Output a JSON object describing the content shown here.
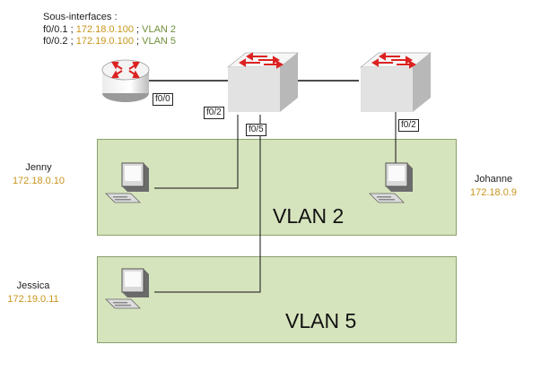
{
  "header": {
    "title": "Sous-interfaces :",
    "line1": {
      "port": "f0/0.1 ;",
      "ip": "172.18.0.100",
      "sep": ";",
      "vlan": "VLAN 2"
    },
    "line2": {
      "port": "f0/0.2 ;",
      "ip": "172.19.0.100",
      "sep": ";",
      "vlan": "VLAN 5"
    }
  },
  "ports": {
    "router": "f0/0",
    "switch1_left": "f0/2",
    "switch1_right": "f0/5",
    "switch2": "f0/2"
  },
  "vlans": [
    {
      "label": "VLAN 2"
    },
    {
      "label": "VLAN 5"
    }
  ],
  "hosts": [
    {
      "name": "Jenny",
      "ip": "172.18.0.10"
    },
    {
      "name": "Johanne",
      "ip": "172.18.0.9"
    },
    {
      "name": "Jessica",
      "ip": "172.19.0.11"
    }
  ],
  "icons": [
    "router-icon",
    "switch-icon",
    "switch-icon",
    "computer-icon",
    "computer-icon",
    "computer-icon"
  ],
  "colors": {
    "ip": "#c8951b",
    "vlan_text": "#6f8f3a",
    "zone_fill": "#d6e4bd"
  }
}
